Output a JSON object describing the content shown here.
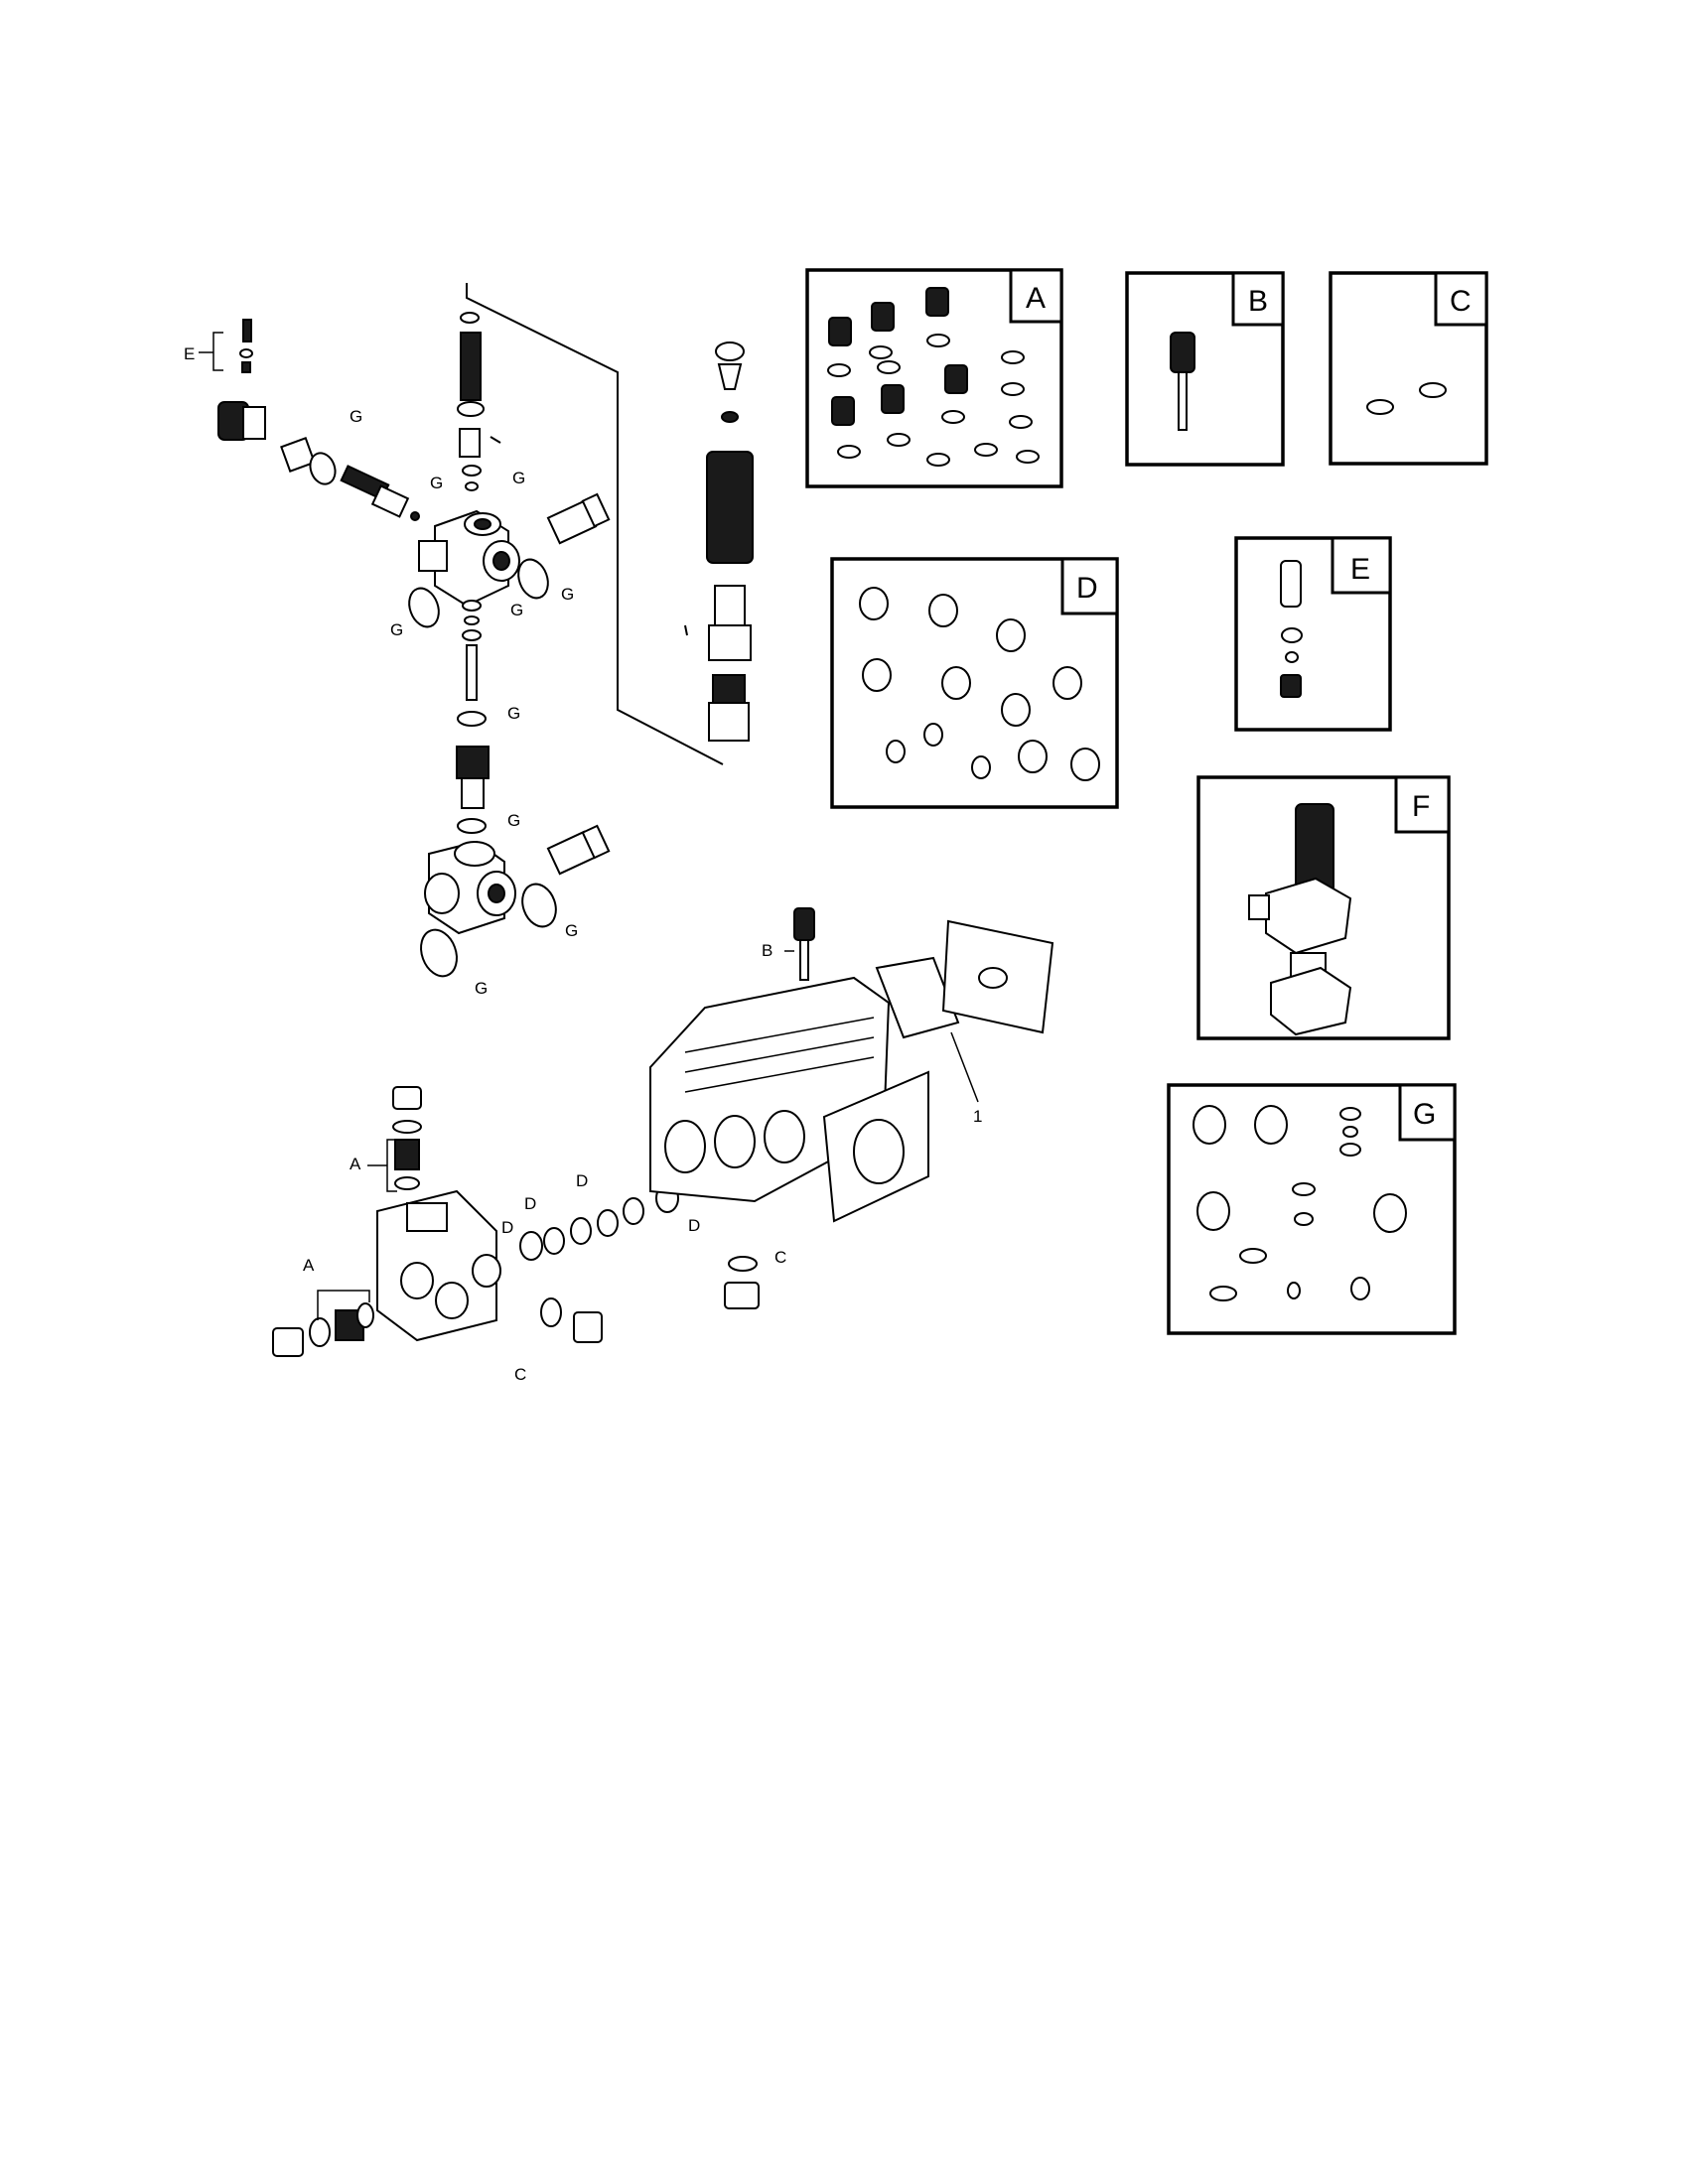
{
  "labels": {
    "A": "A",
    "B": "B",
    "C": "C",
    "D": "D",
    "E": "E",
    "F": "F",
    "G": "G",
    "one": "1"
  },
  "kits": [
    {
      "key": "A",
      "label": "A"
    },
    {
      "key": "B",
      "label": "B"
    },
    {
      "key": "C",
      "label": "C"
    },
    {
      "key": "D",
      "label": "D"
    },
    {
      "key": "E",
      "label": "E"
    },
    {
      "key": "F",
      "label": "F"
    },
    {
      "key": "G",
      "label": "G"
    }
  ]
}
